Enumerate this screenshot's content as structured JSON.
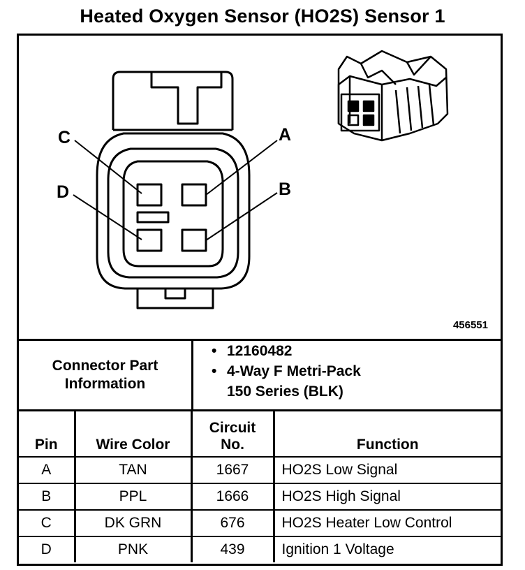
{
  "title": "Heated Oxygen Sensor (HO2S) Sensor 1",
  "figure_number": "456551",
  "pin_labels": {
    "a": "A",
    "b": "B",
    "c": "C",
    "d": "D"
  },
  "connector_info": {
    "label_line1": "Connector Part",
    "label_line2": "Information",
    "items": [
      "12160482",
      "4-Way F Metri-Pack",
      "150 Series (BLK)"
    ],
    "bullet": "•"
  },
  "table": {
    "headers": {
      "pin": "Pin",
      "wire_color": "Wire Color",
      "circuit_line1": "Circuit",
      "circuit_line2": "No.",
      "function": "Function"
    },
    "rows": [
      {
        "pin": "A",
        "wire_color": "TAN",
        "circuit": "1667",
        "function": "HO2S Low Signal"
      },
      {
        "pin": "B",
        "wire_color": "PPL",
        "circuit": "1666",
        "function": "HO2S High Signal"
      },
      {
        "pin": "C",
        "wire_color": "DK GRN",
        "circuit": "676",
        "function": "HO2S Heater Low Control"
      },
      {
        "pin": "D",
        "wire_color": "PNK",
        "circuit": "439",
        "function": "Ignition 1 Voltage"
      }
    ]
  }
}
